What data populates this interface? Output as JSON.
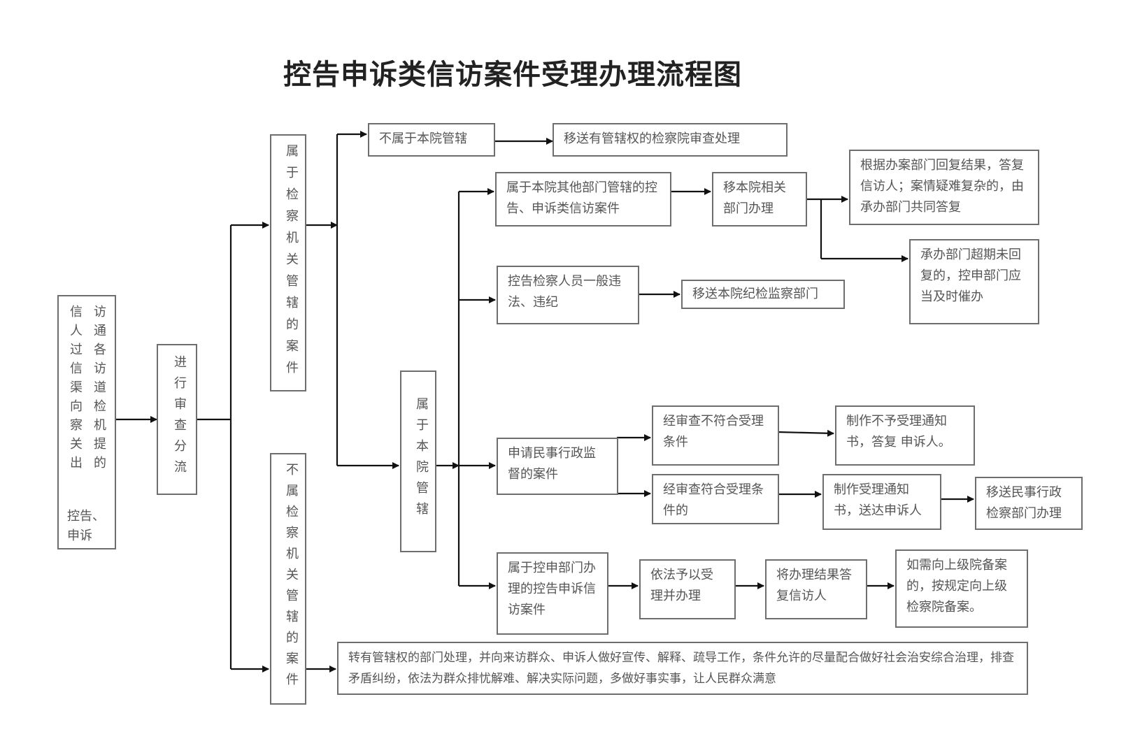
{
  "title": "控告申诉类信访案件受理办理流程图",
  "nodes": {
    "start": "信访人通过各信访渠道向检察机关提出的控告、申诉",
    "start_col1": "信人过信渠向察关出",
    "start_col2": "访通各访道检机提的",
    "start_tail1": "控告、",
    "start_tail2": "申诉",
    "review": "进行审查分流",
    "belong_procuratorate": "属于检察机关管辖的案件",
    "not_belong_procuratorate": "不属检察机关管辖的案件",
    "not_this_court": "不属于本院管辖",
    "transfer_jurisdiction": "移送有管辖权的检察院审查处理",
    "this_court": "属于本院管辖",
    "other_dept": "属于本院其他部门管辖的控告、申诉类信访案件",
    "transfer_related_dept": "移本院相关部门办理",
    "reply_by_result": "根据办案部门回复结果，答复信访人；案情疑难复杂的，由承办部门共同答复",
    "overdue_urge": "承办部门超期未回复的，控申部门应当及时催办",
    "personnel_violation": "控告检察人员一般违法、违纪",
    "transfer_discipline": "移送本院纪检监察部门",
    "civil_admin": "申请民事行政监督的案件",
    "not_accept": "经审查不符合受理条件",
    "not_accept_notice": "制作不予受理通知书，答复 申诉人。",
    "accept": "经审查符合受理条件的",
    "accept_notice": "制作受理通知书，送达申诉人",
    "transfer_civil_admin": "移送民事行政检察部门办理",
    "complaint_dept": "属于控申部门办理的控告申诉信访案件",
    "handle_by_law": "依法予以受理并办理",
    "reply_result": "将办理结果答复信访人",
    "file_superior": "如需向上级院备案的，按规定向上级检察院备案。",
    "transfer_other": "转有管辖权的部门处理，并向来访群众、申诉人做好宣传、解释、疏导工作，条件允许的尽量配合做好社会治安综合治理，排查矛盾纠纷，依法为群众排忧解难、解决实际问题，多做好事实事，让人民群众满意"
  },
  "colors": {
    "line": "#111111",
    "border": "#6e6e6e",
    "text": "#555555"
  }
}
